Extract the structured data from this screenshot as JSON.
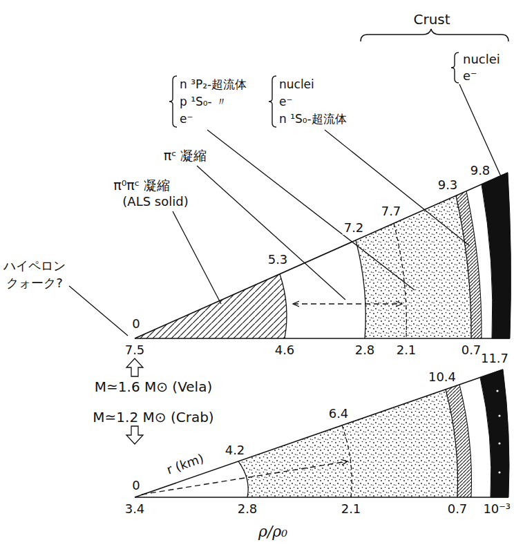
{
  "diagram": {
    "labels": [
      "Crust",
      "nuclei",
      "e⁻",
      "n ³P₂-超流体",
      "p ¹S₀- 〃",
      "e⁻",
      "nuclei",
      "e⁻",
      "n ¹S₀-超流体",
      "πᶜ 凝縮",
      "π⁰πᶜ 凝縮",
      "(ALS solid)",
      "ハイペロン",
      "クォーク?",
      "0",
      "5.3",
      "7.2",
      "7.7",
      "9.3",
      "9.8",
      "7.5",
      "4.6",
      "2.8",
      "2.1",
      "0.7",
      "M≃1.6 M⊙ (Vela)",
      "M≃1.2 M⊙ (Crab)",
      "11.7",
      "10.4",
      "6.4",
      "4.2",
      "0",
      "r (km)",
      "3.4",
      "2.8",
      "2.1",
      "0.7",
      "10⁻³",
      "ρ/ρ₀"
    ]
  }
}
